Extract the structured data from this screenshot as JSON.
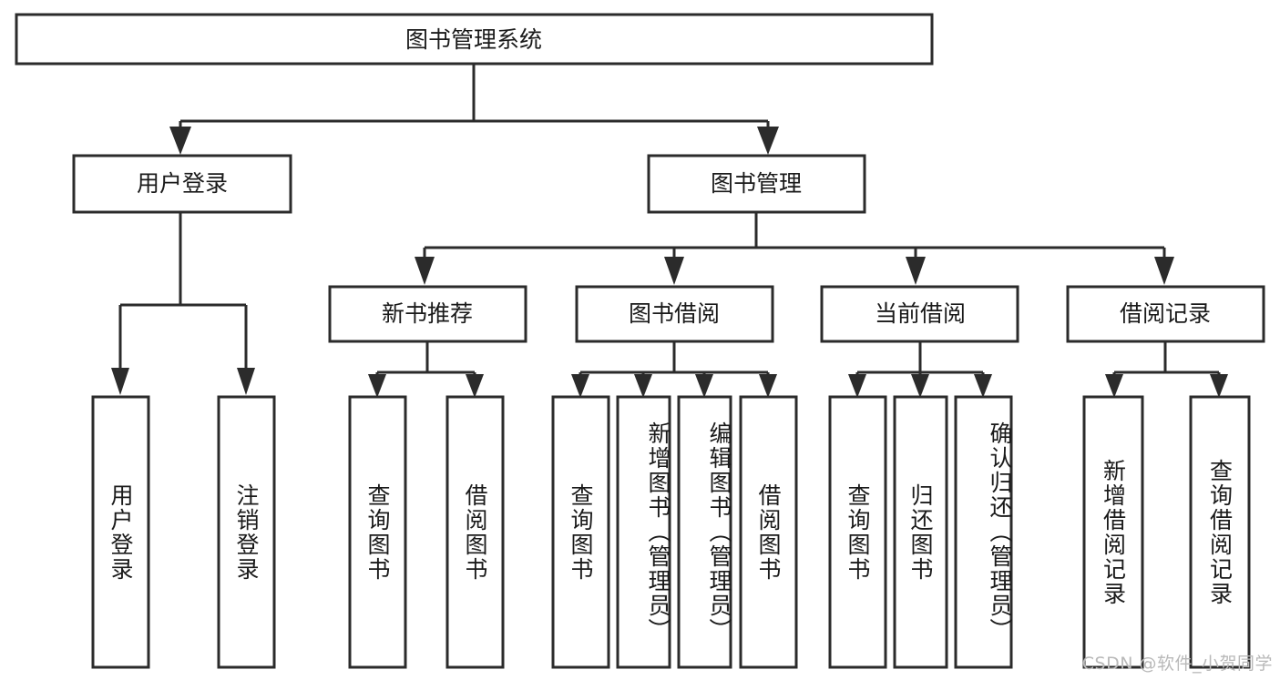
{
  "diagram": {
    "title": "图书管理系统",
    "type": "hierarchy-tree",
    "orientation": "top-down",
    "colors": {
      "box_fill": "#ffffff",
      "box_stroke": "#2b2b2b",
      "text": "#1a1a1a",
      "watermark": "#b9b9b9",
      "background": "#ffffff"
    },
    "root": {
      "label": "图书管理系统"
    },
    "level2": [
      {
        "label": "用户登录"
      },
      {
        "label": "图书管理"
      }
    ],
    "level3": [
      {
        "label": "新书推荐"
      },
      {
        "label": "图书借阅"
      },
      {
        "label": "当前借阅"
      },
      {
        "label": "借阅记录"
      }
    ],
    "leaves": {
      "user_login": [
        {
          "label": "用户登录"
        },
        {
          "label": "注销登录"
        }
      ],
      "new_book_recommend": [
        {
          "label": "查询图书"
        },
        {
          "label": "借阅图书"
        }
      ],
      "book_borrow": [
        {
          "label": "查询图书"
        },
        {
          "label": "新增图书（管理员）"
        },
        {
          "label": "编辑图书（管理员）"
        },
        {
          "label": "借阅图书"
        }
      ],
      "current_borrow": [
        {
          "label": "查询图书"
        },
        {
          "label": "归还图书"
        },
        {
          "label": "确认归还（管理员）"
        }
      ],
      "borrow_record": [
        {
          "label": "新增借阅记录"
        },
        {
          "label": "查询借阅记录"
        }
      ]
    }
  },
  "watermark": {
    "text": "CSDN @软件_小贺同学"
  }
}
